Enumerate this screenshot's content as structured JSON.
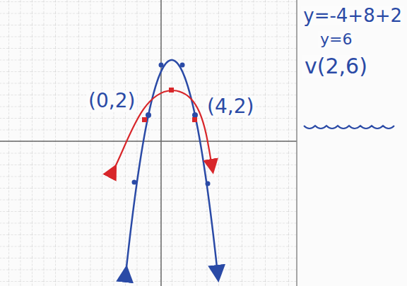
{
  "diagram": {
    "labels": [
      "(0,2)",
      "(4,2)",
      "y=-4+8+2",
      "y=6",
      "v(2,6)"
    ]
  }
}
